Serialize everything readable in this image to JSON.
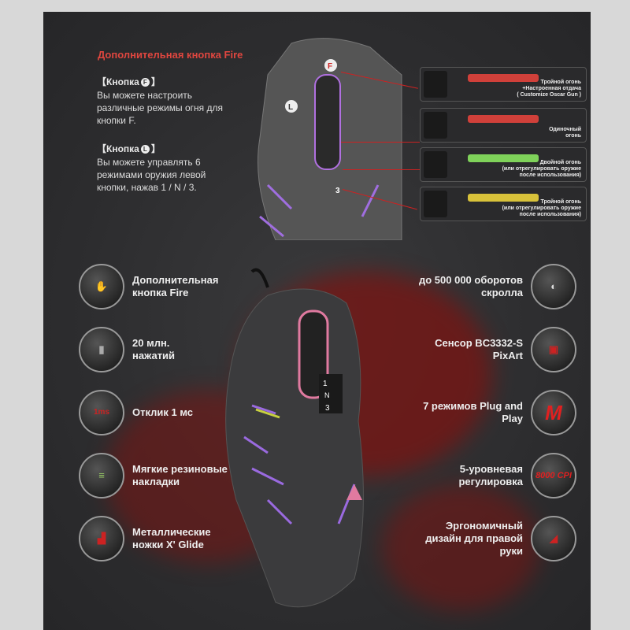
{
  "top": {
    "title": "Дополнительная кнопка Fire",
    "f_heading": "【Кнопка",
    "f_letter": "F",
    "f_text": "Вы можете настроить различные режимы огня для кнопки F.",
    "l_heading": "【Кнопка",
    "l_letter": "L",
    "l_text": "Вы можете управлять 6 режимами оружия левой кнопки, нажав 1 / N / 3."
  },
  "mouse_labels": {
    "f": "F",
    "l": "L",
    "n": "N",
    "three": "3",
    "one": "1"
  },
  "modes": [
    {
      "line1": "Тройной огонь",
      "line2": "+Настроенная отдача",
      "line3": "( Customize Oscar Gun )",
      "color": "#d0403a"
    },
    {
      "line1": "Одиночный",
      "line2": "огонь",
      "line3": "",
      "color": "#d0403a"
    },
    {
      "line1": "Двойной огонь",
      "line2": "(или отрегулировать оружие",
      "line3": "после использования)",
      "color": "#7fd25a"
    },
    {
      "line1": "Тройной огонь",
      "line2": "(или отрегулировать оружие",
      "line3": "после использования)",
      "color": "#d8c23a"
    }
  ],
  "features_left": [
    {
      "text": "Дополнительная кнопка Fire",
      "icon": "fire-button-icon"
    },
    {
      "text": "20 млн. нажатий",
      "icon": "click-icon"
    },
    {
      "text": "Отклик 1 мс",
      "icon": "response-icon",
      "badge": "1ms"
    },
    {
      "text": "Мягкие резиновые накладки",
      "icon": "rubber-pad-icon"
    },
    {
      "text": "Металлические ножки X' Glide",
      "icon": "glide-feet-icon"
    }
  ],
  "features_right": [
    {
      "text": "до 500 000 оборотов скролла",
      "icon": "scroll-icon"
    },
    {
      "text": "Сенсор BC3332-S PixArt",
      "icon": "sensor-icon"
    },
    {
      "text": "7 режимов Plug and Play",
      "icon": "m-icon",
      "badge": "M"
    },
    {
      "text": "5-уровневая регулировка",
      "icon": "cpi-icon",
      "badge": "8000 CPI"
    },
    {
      "text": "Эргономичный дизайн для правой руки",
      "icon": "ergonomic-icon"
    }
  ]
}
